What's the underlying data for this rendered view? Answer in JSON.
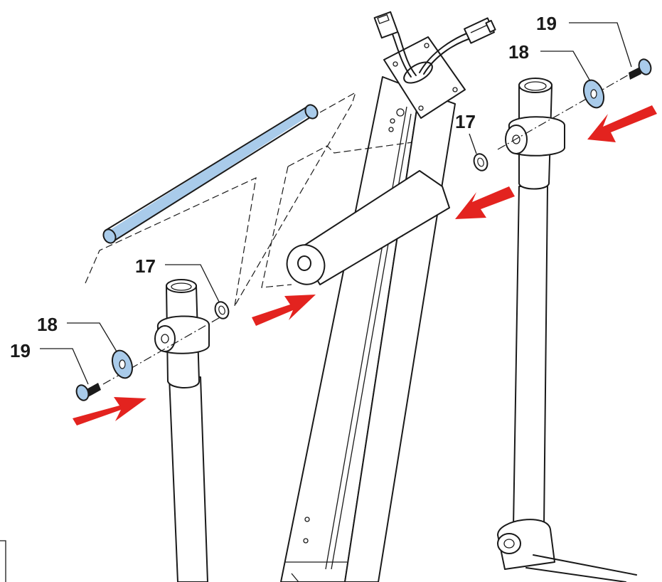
{
  "callouts": {
    "upper_right_bolt": "19",
    "upper_right_washer": "18",
    "center_ring": "17",
    "left_ring": "17",
    "lower_left_washer": "18",
    "lower_left_bolt": "19"
  },
  "colors": {
    "part_fill": "#a9cbea",
    "arrow": "#e3231f",
    "line": "#1a1a1a",
    "background": "#ffffff"
  }
}
